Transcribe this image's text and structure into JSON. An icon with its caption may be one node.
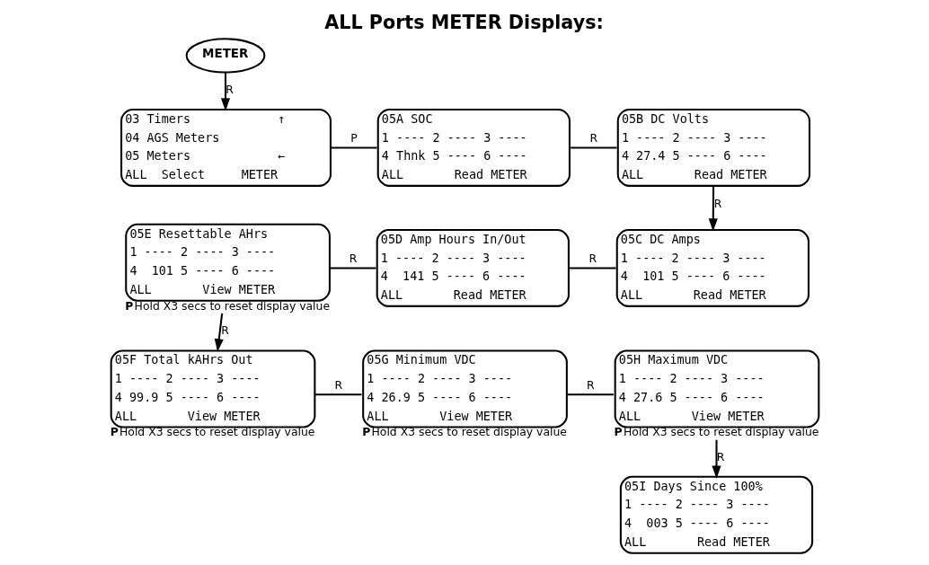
{
  "diagram": {
    "title": "ALL Ports METER Displays:",
    "nodes": [
      {
        "text": [
          "METER"
        ]
      },
      {
        "text": [
          "03 Timers            ↑",
          "04 AGS Meters",
          "05 Meters            ←",
          "ALL  Select     METER"
        ]
      },
      {
        "text": [
          "05A SOC",
          "1 ---- 2 ---- 3 ----",
          "4 Thnk 5 ---- 6 ----",
          "ALL       Read METER"
        ]
      },
      {
        "text": [
          "05B DC Volts",
          "1 ---- 2 ---- 3 ----",
          "4 27.4 5 ---- 6 ----",
          "ALL       Read METER"
        ]
      },
      {
        "text": [
          "05C DC Amps",
          "1 ---- 2 ---- 3 ----",
          "4  101 5 ---- 6 ----",
          "ALL       Read METER"
        ]
      },
      {
        "text": [
          "05D Amp Hours In/Out",
          "1 ---- 2 ---- 3 ----",
          "4  141 5 ---- 6 ----",
          "ALL       Read METER"
        ]
      },
      {
        "text": [
          "05E Resettable AHrs",
          "1 ---- 2 ---- 3 ----",
          "4  101 5 ---- 6 ----",
          "ALL       View METER"
        ],
        "beside": [
          "P",
          "Hold X3 secs to reset display value"
        ]
      },
      {
        "text": [
          "05F Total kAHrs Out",
          "1 ---- 2 ---- 3 ----",
          "4 99.9 5 ---- 6 ----",
          "ALL       View METER"
        ],
        "beside": [
          "P",
          "Hold X3 secs to reset display value"
        ]
      },
      {
        "text": [
          "05G Minimum VDC",
          "1 ---- 2 ---- 3 ----",
          "4 26.9 5 ---- 6 ----",
          "ALL       View METER"
        ],
        "beside": [
          "P",
          "Hold X3 secs to reset display value"
        ]
      },
      {
        "text": [
          "05H Maximum VDC",
          "1 ---- 2 ---- 3 ----",
          "4 27.6 5 ---- 6 ----",
          "ALL       View METER"
        ],
        "beside": [
          "P",
          "Hold X3 secs to reset display value"
        ]
      },
      {
        "text": [
          "05I Days Since 100%",
          "1 ---- 2 ---- 3 ----",
          "4  003 5 ---- 6 ----",
          "ALL       Read METER"
        ]
      }
    ],
    "edges": [
      {
        "from": 0,
        "to": 1,
        "arrow": "to",
        "label": "R"
      },
      {
        "from": 1,
        "to": 2,
        "arrow": "none",
        "label": "P"
      },
      {
        "from": 2,
        "to": 3,
        "arrow": "none",
        "label": "R"
      },
      {
        "from": 3,
        "to": 4,
        "arrow": "to",
        "label": "R"
      },
      {
        "from": 4,
        "to": 5,
        "arrow": "none",
        "label": "R"
      },
      {
        "from": 5,
        "to": 6,
        "arrow": "none",
        "label": "R"
      },
      {
        "from": 6,
        "to": 7,
        "arrow": "to",
        "label": "R"
      },
      {
        "from": 7,
        "to": 8,
        "arrow": "none",
        "label": "R"
      },
      {
        "from": 8,
        "to": 9,
        "arrow": "none",
        "label": "R"
      },
      {
        "from": 9,
        "to": 10,
        "arrow": "to",
        "label": "R"
      }
    ]
  }
}
